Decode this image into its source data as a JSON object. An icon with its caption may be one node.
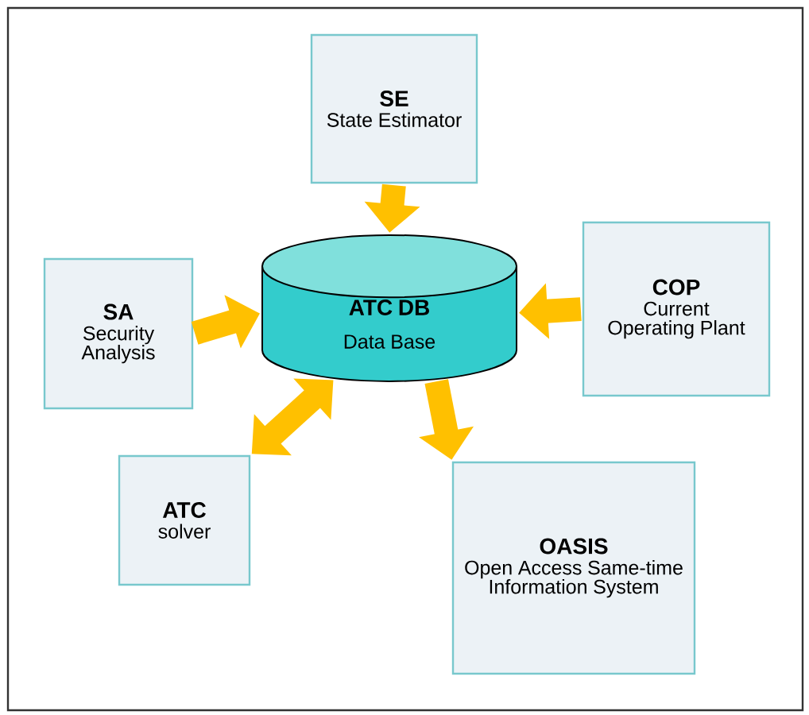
{
  "diagram": {
    "nodes": [
      {
        "text": [
          "SE",
          "State Estimator"
        ]
      },
      {
        "text": [
          "SA",
          "Security Analysis"
        ]
      },
      {
        "text": [
          "ATC  DB",
          "Data Base"
        ]
      },
      {
        "text": [
          "COP",
          "Current Operating Plant"
        ]
      },
      {
        "text": [
          "ATC",
          "solver"
        ]
      },
      {
        "text": [
          "OASIS",
          "Open Access Same-time Information System"
        ]
      }
    ],
    "edges": [
      {
        "from": 0,
        "to": 2,
        "arrow": "to"
      },
      {
        "from": 1,
        "to": 2,
        "arrow": "to"
      },
      {
        "from": 3,
        "to": 2,
        "arrow": "to"
      },
      {
        "from": 2,
        "to": 4,
        "arrow": "both"
      },
      {
        "from": 2,
        "to": 5,
        "arrow": "to"
      }
    ]
  }
}
